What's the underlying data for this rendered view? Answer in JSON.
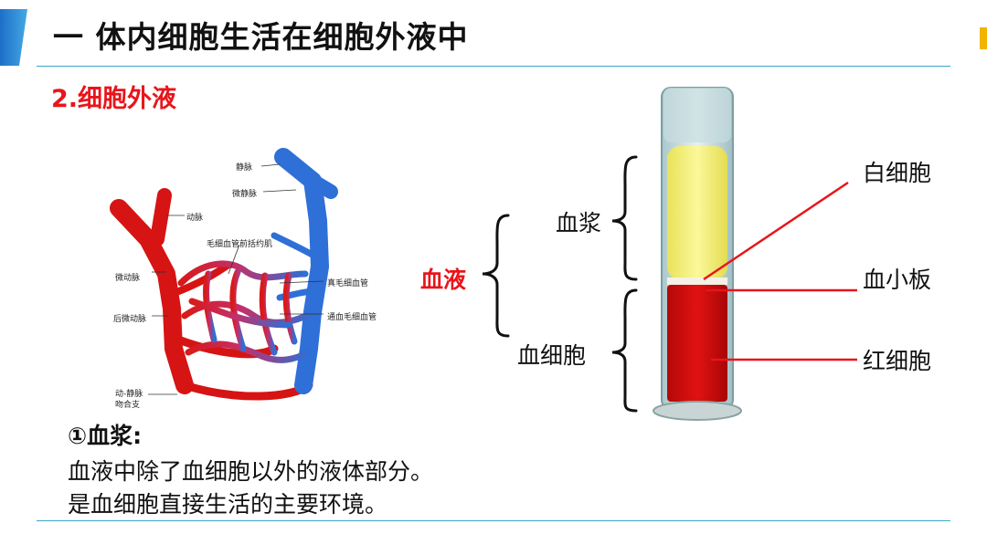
{
  "title": "一 体内细胞生活在细胞外液中",
  "subtitle": "2.细胞外液",
  "vessel_labels": {
    "vein": "静脉",
    "venule": "微静脉",
    "artery": "动脉",
    "precapillary_sphincter": "毛细血管前括约肌",
    "arteriole": "微动脉",
    "true_capillary": "真毛细血管",
    "metarteriole": "后微动脉",
    "thoroughfare": "通血毛细血管",
    "shunt_line1": "动-静脉",
    "shunt_line2": "吻合支"
  },
  "blood": {
    "blood": "血液",
    "plasma": "血浆",
    "cells": "血细胞",
    "wbc": "白细胞",
    "platelet": "血小板",
    "rbc": "红细胞"
  },
  "text": {
    "heading": "①血浆:",
    "line1": "血液中除了血细胞以外的液体部分。",
    "line2": "是血细胞直接生活的主要环境。"
  },
  "colors": {
    "accent_red": "#e8151b",
    "rule_blue": "#3aa7c8",
    "plasma_yellow": "#f6f27a",
    "rbc_red": "#d60d0d"
  }
}
